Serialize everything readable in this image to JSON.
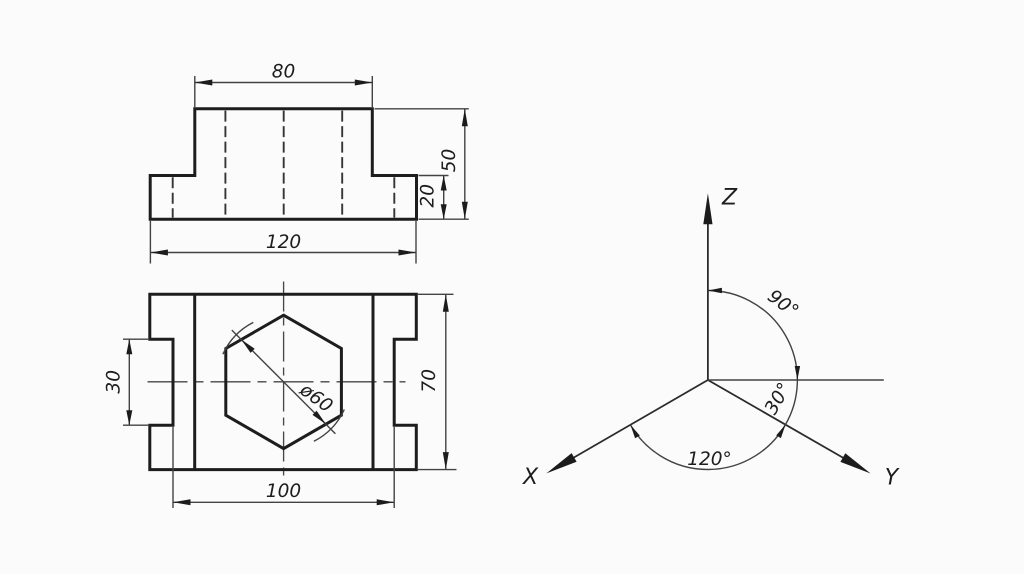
{
  "drawing": {
    "front_view": {
      "dim_top_width": "80",
      "dim_total_height": "50",
      "dim_base_height": "20",
      "dim_base_width": "120"
    },
    "top_view": {
      "dim_notch_height": "30",
      "dim_overall_height": "70",
      "dim_inner_width": "100",
      "dim_hex_diameter": "ø60"
    },
    "axes": {
      "label_x": "X",
      "label_y": "Y",
      "label_z": "Z",
      "angle_z_to_horizontal": "90°",
      "angle_horizontal_to_y": "30°",
      "angle_x_to_y": "120°"
    },
    "colors": {
      "background": "#fbfbfb",
      "line": "#1d1d1d"
    }
  }
}
